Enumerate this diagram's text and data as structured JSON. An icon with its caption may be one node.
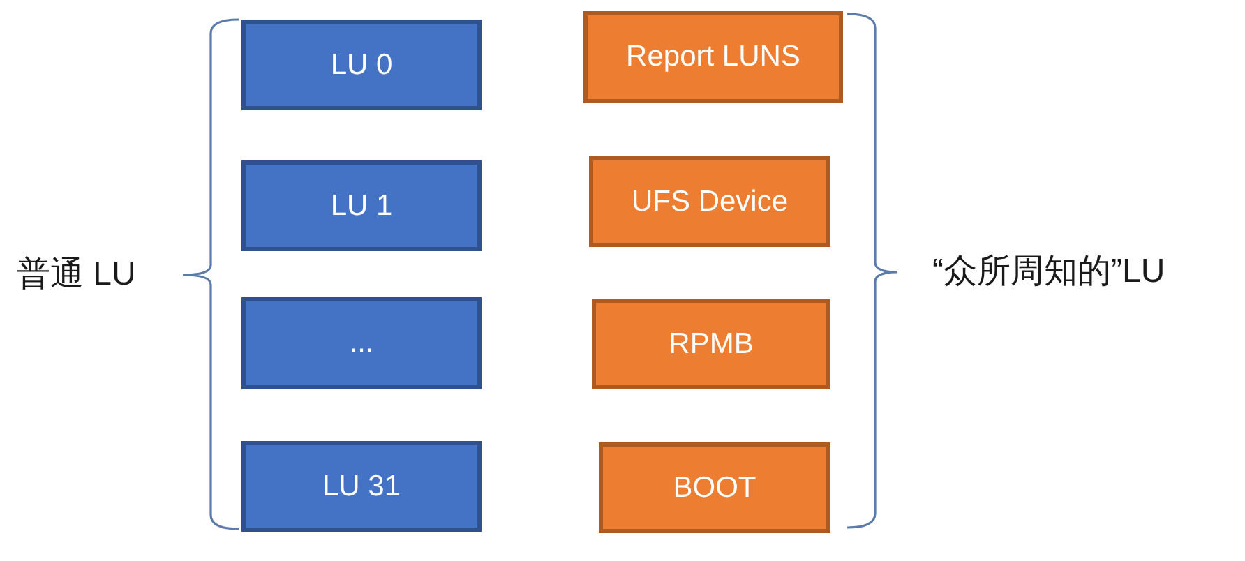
{
  "diagram": {
    "nodes": [
      {
        "text": [
          "LU 0"
        ]
      },
      {
        "text": [
          "LU 1"
        ]
      },
      {
        "text": [
          "..."
        ]
      },
      {
        "text": [
          "LU 31"
        ]
      },
      {
        "text": [
          "Report LUNS"
        ]
      },
      {
        "text": [
          "UFS Device"
        ]
      },
      {
        "text": [
          "RPMB"
        ]
      },
      {
        "text": [
          "BOOT"
        ]
      }
    ],
    "labels": [
      "普通 LU",
      "“众所周知的”LU"
    ]
  }
}
